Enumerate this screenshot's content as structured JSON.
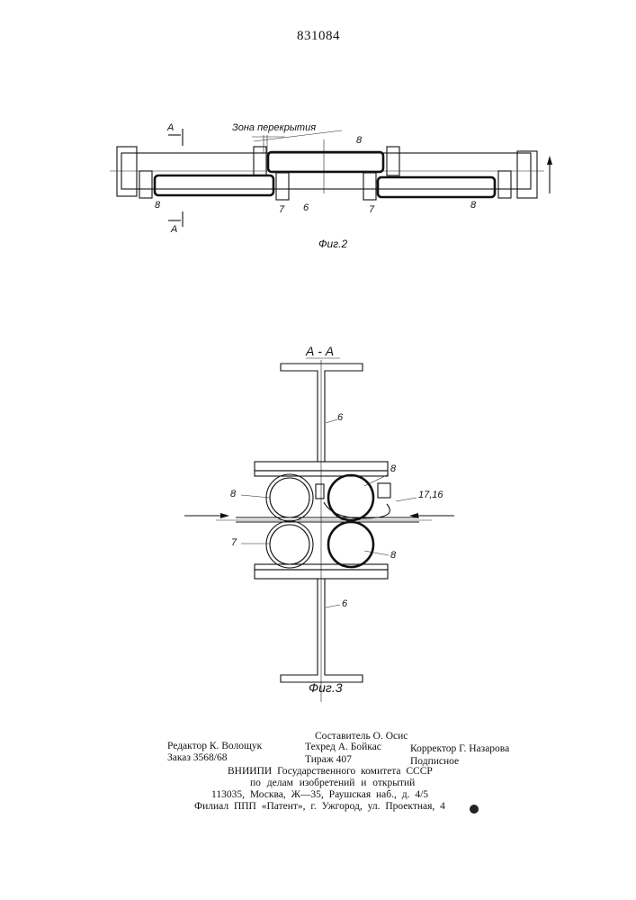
{
  "page_number": "831084",
  "fig2": {
    "zone_label": "Зона перекрытия",
    "section_mark": "А",
    "labels": [
      "8",
      "8",
      "8",
      "7",
      "7",
      "6"
    ],
    "caption": "Фиг.2"
  },
  "fig3": {
    "section_title": "А - А",
    "labels": {
      "beam_top": "6",
      "roller_left_top": "8",
      "roller_right_top": "8",
      "part": "17,16",
      "roller_left_bottom": "7",
      "roller_right_bottom": "8",
      "beam_bottom": "6"
    },
    "caption": "Фиг.3"
  },
  "footer": {
    "editor": "Редактор К. Волощук",
    "order": "Заказ 3568/68",
    "compiler": "Составитель О. Осис",
    "techred": "Техред А. Бойкас",
    "circulation": "Тираж 407",
    "corrector": "Корректор Г. Назарова",
    "subscription": "Подписное",
    "org_lines": [
      "ВНИИПИ Государственного комитета СССР",
      "по делам изобретений и открытий",
      "113035, Москва, Ж—35, Раушская наб., д. 4/5",
      "Филиал ППП «Патент», г. Ужгород, ул. Проектная, 4"
    ]
  }
}
